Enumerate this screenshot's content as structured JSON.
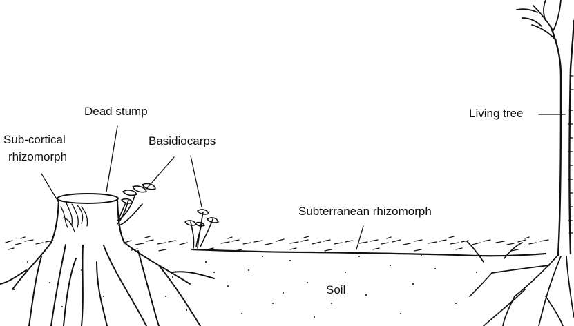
{
  "labels": {
    "dead_stump": "Dead stump",
    "sub_cortical_line1": "Sub-cortical",
    "sub_cortical_line2": "rhizomorph",
    "basidiocarps": "Basidiocarps",
    "living_tree": "Living tree",
    "subterranean": "Subterranean rhizomorph",
    "soil": "Soil"
  },
  "colors": {
    "ink": "#111111",
    "background": "#ffffff"
  }
}
